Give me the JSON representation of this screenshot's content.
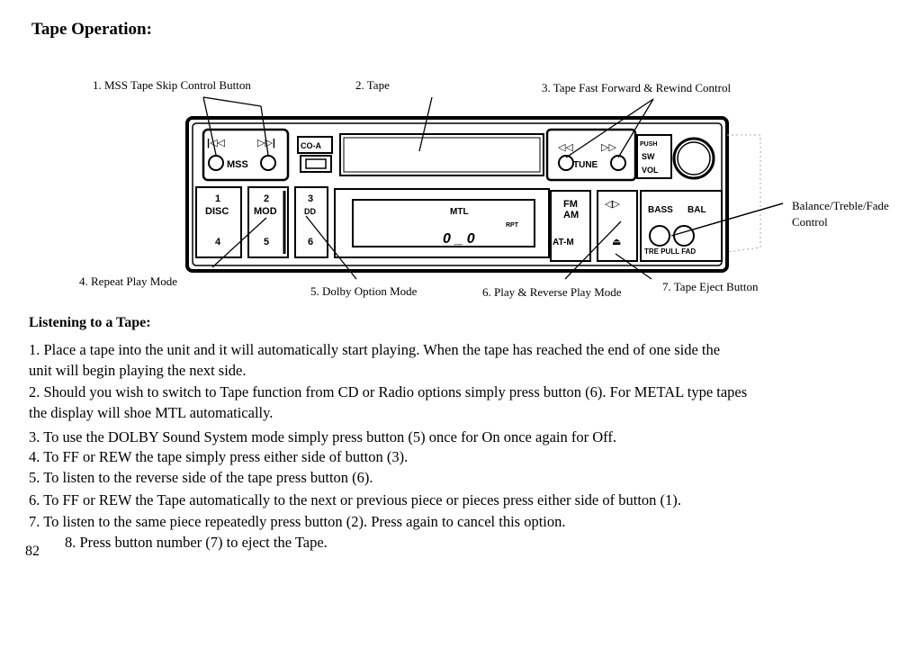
{
  "page": {
    "title": "Tape Operation:",
    "page_number": "82"
  },
  "diagram": {
    "callouts": {
      "c1": "1. MSS Tape Skip Control Button",
      "c2": "2. Tape",
      "c3": "3. Tape Fast Forward & Rewind Control",
      "c4": "4. Repeat Play Mode",
      "c5": "5. Dolby Option Mode",
      "c6": "6. Play & Reverse Play Mode",
      "c7": "7. Tape Eject Button",
      "c8a": "Balance/Treble/Fade",
      "c8b": "Control"
    },
    "unit_labels": {
      "mss": "MSS",
      "co_a": "CO-A",
      "tune": "TUNE",
      "push": "PUSH",
      "sw": "SW",
      "vol": "VOL",
      "disc": "DISC",
      "mod": "MOD",
      "btn1": "1",
      "btn2": "2",
      "btn3": "3",
      "btn4": "4",
      "btn5": "5",
      "btn6": "6",
      "dolby": "DD",
      "mtl": "MTL",
      "rpt": "RPT",
      "display_digits": "0 _ 0",
      "fm": "FM",
      "am": "AM",
      "at_m": "AT-M",
      "bass": "BASS",
      "bal": "BAL",
      "tre_pull_fad": "TRE PULL FAD"
    }
  },
  "listening": {
    "heading": "Listening to a Tape:",
    "lines": [
      "1. Place a tape into the unit and it will automatically start playing. When the tape has reached the end of one side the",
      "unit will begin playing the next side.",
      "2. Should you wish to switch to Tape function from CD or Radio options simply press button (6). For METAL type tapes",
      "the display will shoe MTL automatically.",
      "3. To use the DOLBY Sound System mode simply press button (5) once for On once again for Off.",
      "4. To FF or REW the tape simply press either side of button (3).",
      "5. To listen to the reverse side of the tape press button (6).",
      "6. To FF or REW the Tape automatically to the next or previous piece or pieces press either side of button (1).",
      "7. To listen to the same piece repeatedly press button (2). Press again to cancel this option.",
      "8. Press button number (7) to eject the Tape."
    ]
  }
}
